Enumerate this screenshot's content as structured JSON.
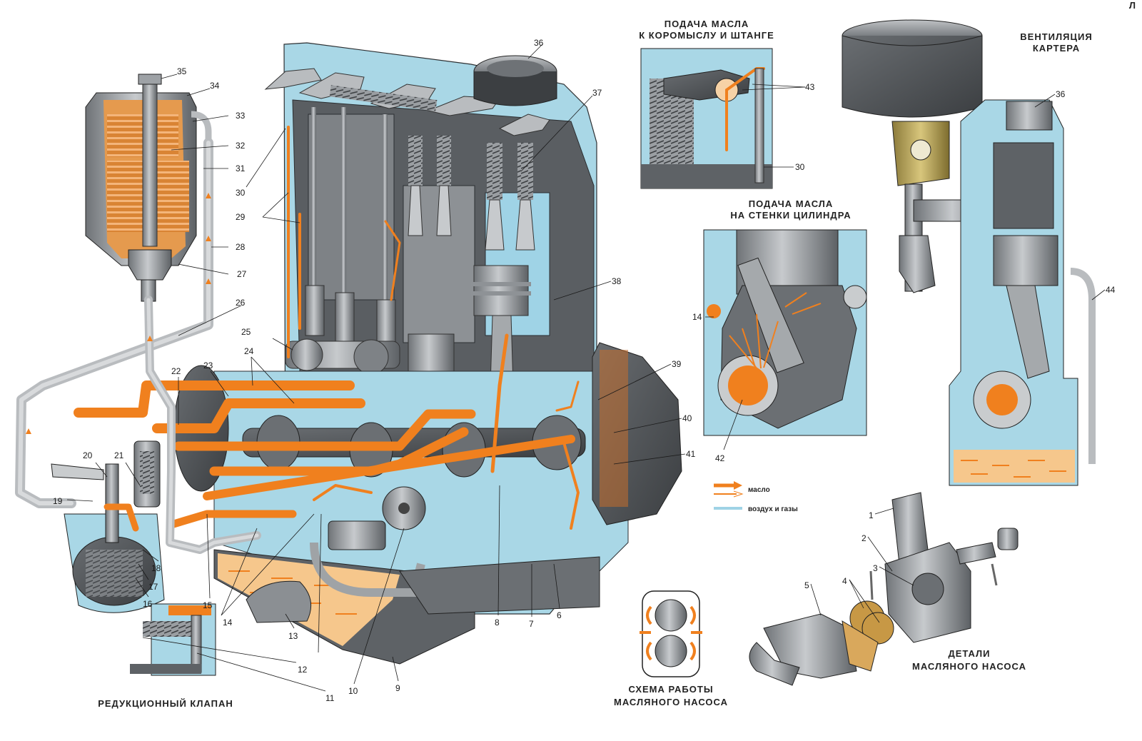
{
  "corner_mark": "Л",
  "captions": {
    "rocker_line1": "ПОДАЧА МАСЛА",
    "rocker_line2": "К КОРОМЫСЛУ И ШТАНГЕ",
    "cylinder_line1": "ПОДАЧА МАСЛА",
    "cylinder_line2": "НА СТЕНКИ ЦИЛИНДРА",
    "vent_line1": "ВЕНТИЛЯЦИЯ",
    "vent_line2": "КАРТЕРА",
    "valve": "РЕДУКЦИОННЫЙ КЛАПАН",
    "scheme_line1": "СХЕМА РАБОТЫ",
    "scheme_line2": "МАСЛЯНОГО НАСОСА",
    "parts_line1": "ДЕТАЛИ",
    "parts_line2": "МАСЛЯНОГО НАСОСА"
  },
  "legend": {
    "oil": "масло",
    "air": "воздух и газы"
  },
  "colors": {
    "oil": "#f0801e",
    "air": "#9fd3e6",
    "metal_dark": "#4a4d50",
    "metal_mid": "#8b8f93",
    "metal_light": "#c9ccce"
  },
  "callouts": {
    "n1": "1",
    "n2": "2",
    "n3": "3",
    "n4": "4",
    "n5": "5",
    "n6": "6",
    "n7": "7",
    "n8": "8",
    "n9": "9",
    "n10": "10",
    "n11": "11",
    "n12": "12",
    "n13": "13",
    "n14": "14",
    "n15": "15",
    "n16": "16",
    "n17": "17",
    "n18": "18",
    "n19": "19",
    "n20": "20",
    "n21": "21",
    "n22": "22",
    "n23": "23",
    "n24": "24",
    "n25": "25",
    "n26": "26",
    "n27": "27",
    "n28": "28",
    "n29": "29",
    "n30": "30",
    "n31": "31",
    "n32": "32",
    "n33": "33",
    "n34": "34",
    "n35": "35",
    "n36": "36",
    "n37": "37",
    "n38": "38",
    "n39": "39",
    "n40": "40",
    "n41": "41",
    "n42": "42",
    "n43": "43",
    "n44": "44"
  }
}
